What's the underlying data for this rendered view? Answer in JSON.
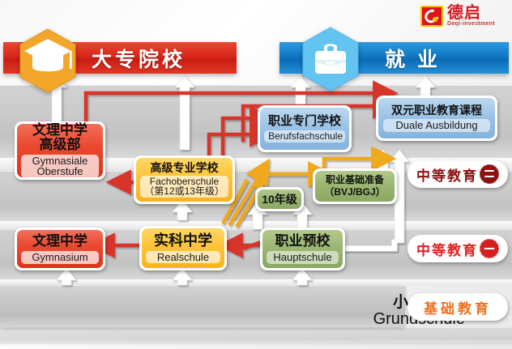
{
  "logo": {
    "cn": "德启",
    "en": "Deqi-investment",
    "mark": "deqi-logo-mark"
  },
  "headers": [
    {
      "id": "college",
      "label": "大专院校",
      "icon": "graduation-cap-icon",
      "color": "#d9281b",
      "hex_color": "#f0a024"
    },
    {
      "id": "job",
      "label": "就 业",
      "icon": "briefcase-icon",
      "color": "#1278c4",
      "hex_color": "#5fc0f0"
    }
  ],
  "boxes": [
    {
      "id": "gymnasiale-oberstufe",
      "cn": "文理中学\n高级部",
      "de": "Gymnasiale\nOberstufe",
      "color": "red"
    },
    {
      "id": "fachoberschule",
      "cn": "高级专业学校",
      "de": "Fachoberschule\n（第12或13年级）",
      "color": "orange"
    },
    {
      "id": "berufsfachschule",
      "cn": "职业专门学校",
      "de": "Berufsfachschule",
      "color": "blue"
    },
    {
      "id": "duale-ausbildung",
      "cn": "双元职业教育课程",
      "de": "Duale Ausbildung",
      "color": "blue"
    },
    {
      "id": "bvj-bgj",
      "cn": "职业基础准备",
      "de": "（BVJ/BGJ）",
      "color": "green"
    },
    {
      "id": "klasse-10",
      "cn": "10年级",
      "de": "",
      "color": "green"
    },
    {
      "id": "gymnasium",
      "cn": "文理中学",
      "de": "Gymnasium",
      "color": "red"
    },
    {
      "id": "realschule",
      "cn": "实科中学",
      "de": "Realschule",
      "color": "orange"
    },
    {
      "id": "hauptschule",
      "cn": "职业预校",
      "de": "Hauptschule",
      "color": "green"
    }
  ],
  "stage_labels": [
    {
      "id": "secondary-2",
      "text": "中等教育",
      "numeral": "二",
      "color": "#8e1111"
    },
    {
      "id": "secondary-1",
      "text": "中等教育",
      "numeral": "一",
      "color": "#e02020"
    },
    {
      "id": "primary",
      "text": "基础教育",
      "numeral": "",
      "color": "#f07020"
    }
  ],
  "grundschule": {
    "cn": "小 学",
    "de": "Grundschule"
  },
  "colors": {
    "red_arrow": "#d8352a",
    "orange_arrow": "#f0a81e",
    "white_arrow": "#ffffff",
    "band_gray": "#c9c9c9"
  }
}
